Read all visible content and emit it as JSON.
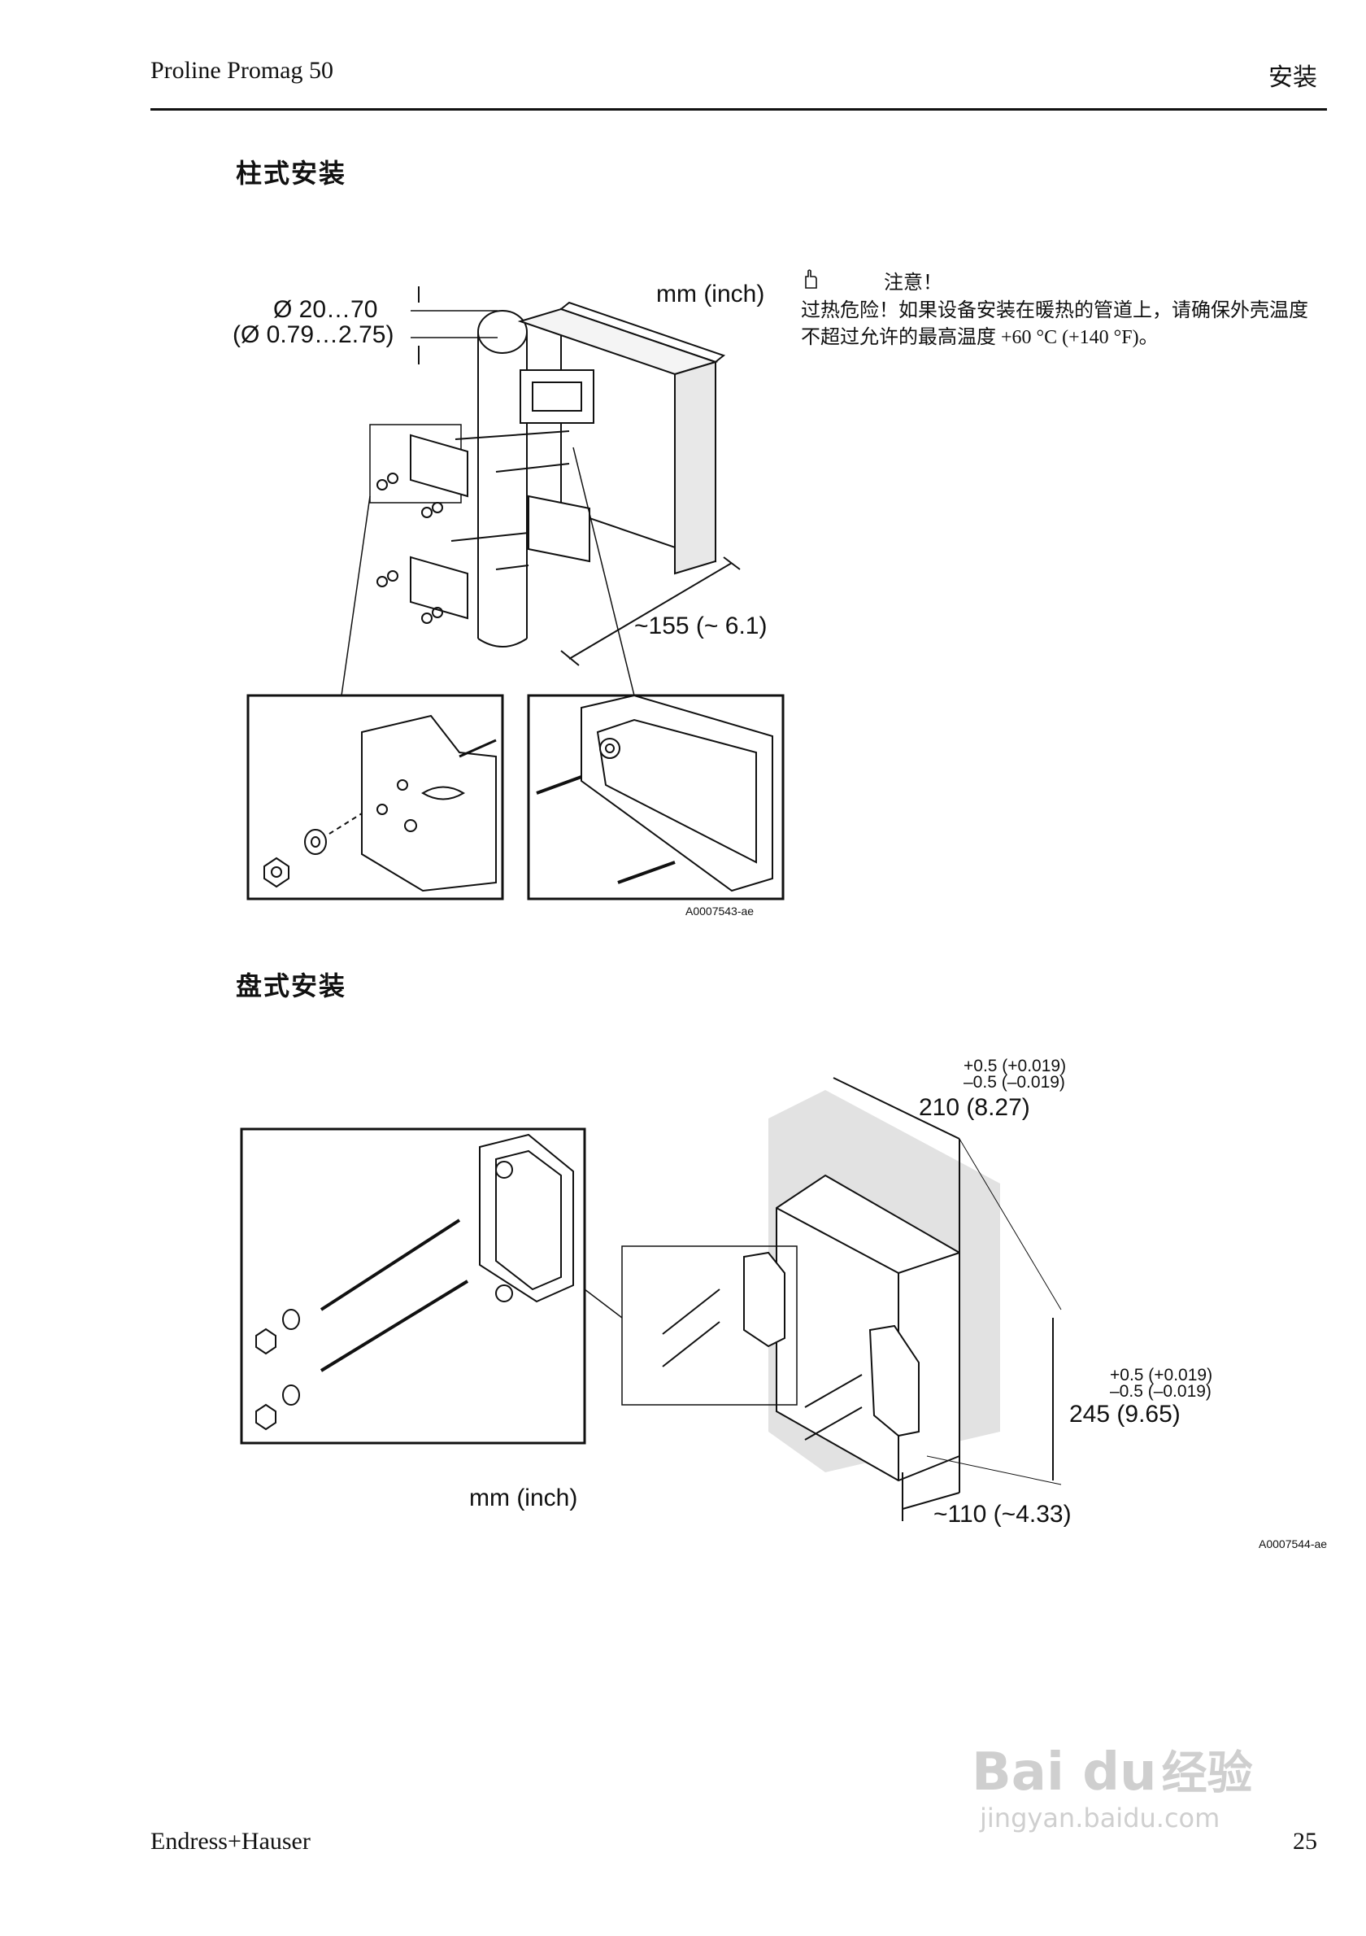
{
  "header": {
    "left": "Proline Promag 50",
    "right": "安装"
  },
  "section1": {
    "title": "柱式安装",
    "unit_label": "mm (inch)",
    "pipe_dia_mm": "Ø 20…70",
    "pipe_dia_in": "(Ø 0.79…2.75)",
    "depth": "~155 (~ 6.1)",
    "figure_code": "A0007543-ae"
  },
  "note": {
    "title": "注意！",
    "body": "过热危险！如果设备安装在暖热的管道上，请确保外壳温度不超过允许的最高温度 +60 °C (+140 °F)。"
  },
  "section2": {
    "title": "盘式安装",
    "unit_label": "mm (inch)",
    "tol_plus": "+0.5 (+0.019)",
    "tol_minus": "–0.5 (–0.019)",
    "width": "210 (8.27)",
    "height": "245 (9.65)",
    "depth": "~110 (~4.33)",
    "figure_code": "A0007544-ae"
  },
  "footer": {
    "left": "Endress+Hauser",
    "page": "25"
  },
  "watermark": {
    "brand": "Bai du",
    "cn": "经验",
    "url": "jingyan.baidu.com"
  }
}
